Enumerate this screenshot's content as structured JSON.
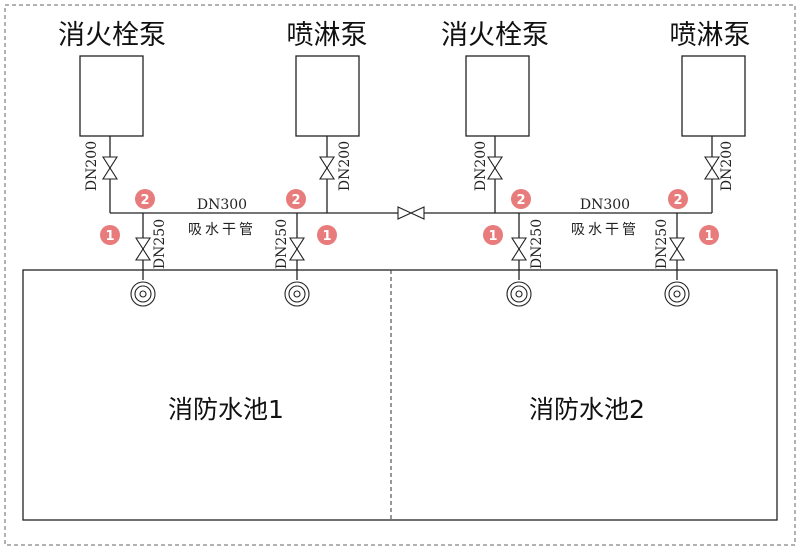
{
  "pumps": [
    {
      "label": "消火栓泵",
      "branch_pipe": "DN200"
    },
    {
      "label": "喷淋泵",
      "branch_pipe": "DN200"
    },
    {
      "label": "消火栓泵",
      "branch_pipe": "DN200"
    },
    {
      "label": "喷淋泵",
      "branch_pipe": "DN200"
    }
  ],
  "suction_pipes": [
    {
      "size": "DN250"
    },
    {
      "size": "DN250"
    },
    {
      "size": "DN250"
    },
    {
      "size": "DN250"
    }
  ],
  "header_pipes": [
    {
      "size": "DN300",
      "name": "吸水干管"
    },
    {
      "size": "DN300",
      "name": "吸水干管"
    }
  ],
  "markers": [
    "1",
    "2",
    "2",
    "1",
    "1",
    "2",
    "2",
    "1"
  ],
  "tanks": [
    {
      "label": "消防水池1"
    },
    {
      "label": "消防水池2"
    }
  ],
  "colors": {
    "line": "#222222",
    "marker_fill": "#e87c7c",
    "marker_text": "#ffffff",
    "border_dash": "#666666"
  }
}
